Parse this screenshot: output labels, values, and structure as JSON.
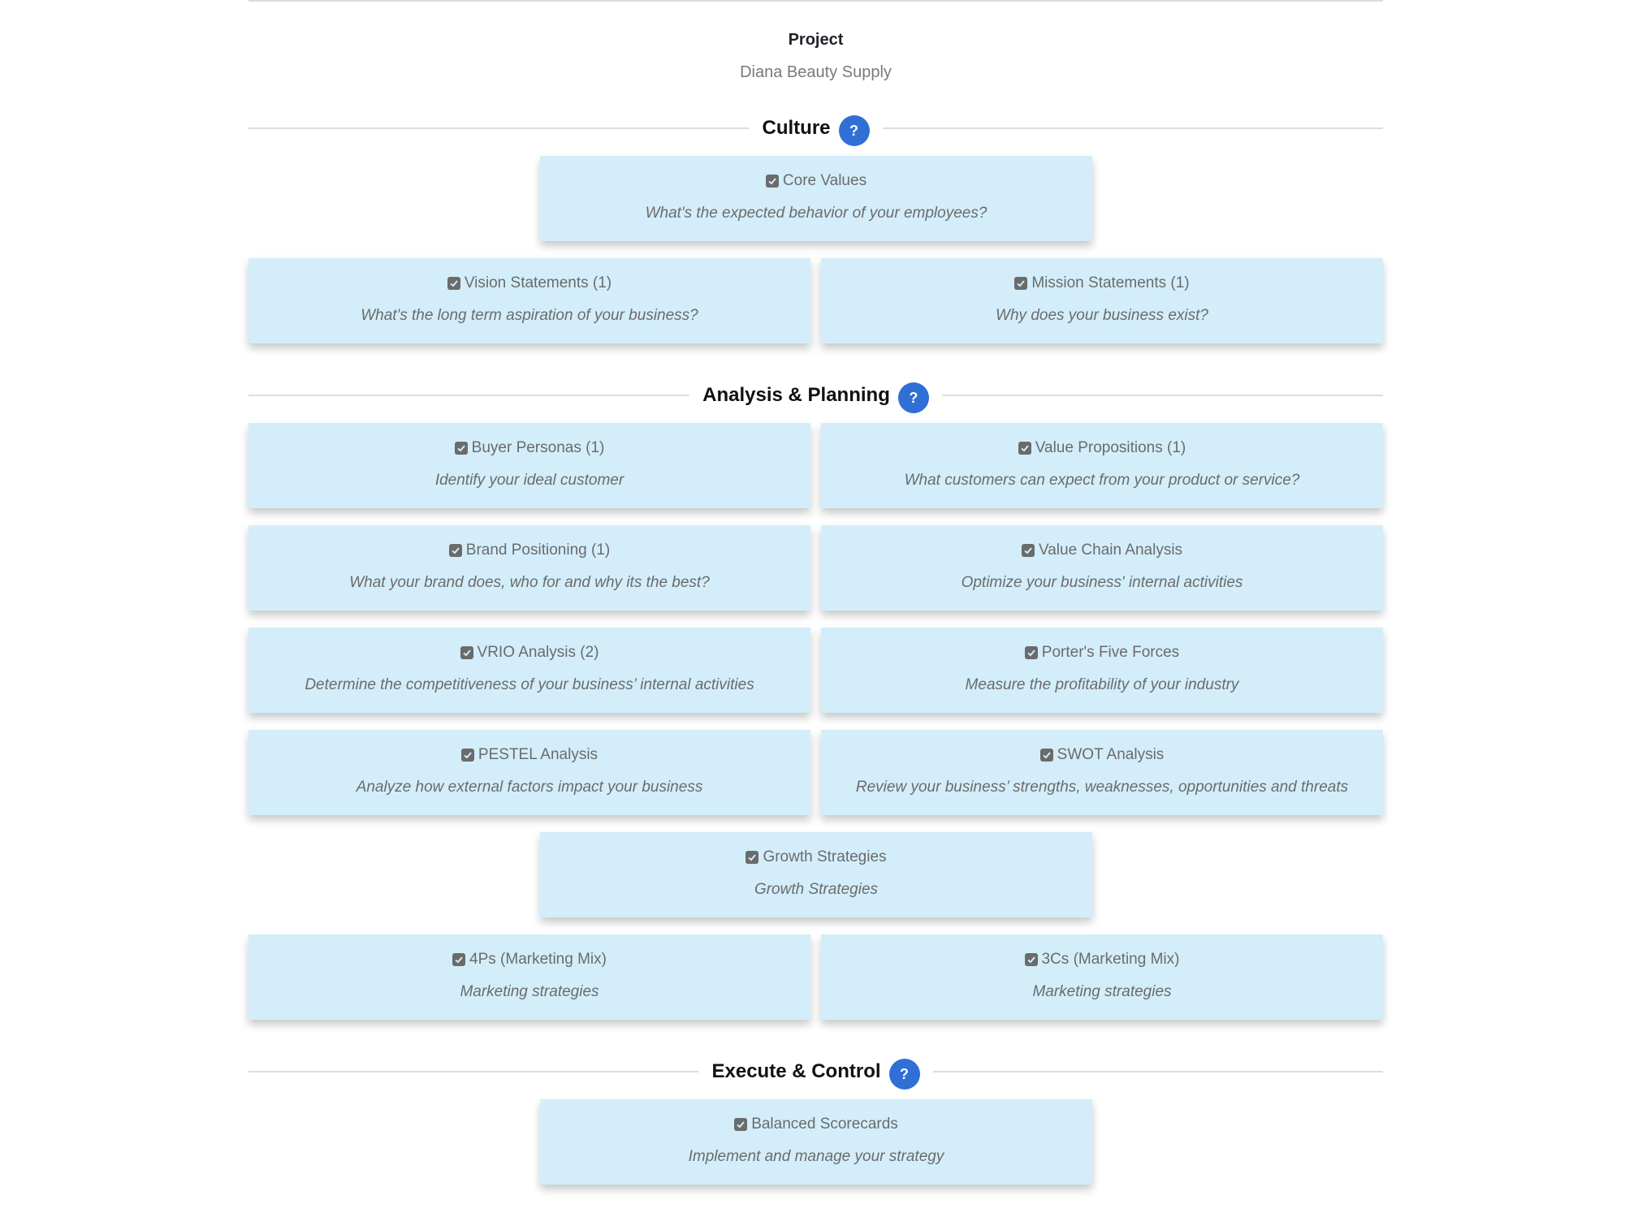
{
  "project": {
    "label": "Project",
    "name": "Diana Beauty Supply"
  },
  "help_icon_glyph": "?",
  "colors": {
    "card_bg": "#d3eefa",
    "help_icon_bg": "#2f6fd6",
    "muted_text": "#6b6b6b"
  },
  "sections": {
    "culture": {
      "title": "Culture",
      "cards": [
        {
          "title": "Core Values",
          "desc": "What's the expected behavior of your employees?"
        },
        {
          "title": "Vision Statements (1)",
          "desc": "What's the long term aspiration of your business?"
        },
        {
          "title": "Mission Statements (1)",
          "desc": "Why does your business exist?"
        }
      ]
    },
    "analysis": {
      "title": "Analysis & Planning",
      "cards": [
        {
          "title": "Buyer Personas (1)",
          "desc": "Identify your ideal customer"
        },
        {
          "title": "Value Propositions (1)",
          "desc": "What customers can expect from your product or service?"
        },
        {
          "title": "Brand Positioning (1)",
          "desc": "What your brand does, who for and why its the best?"
        },
        {
          "title": "Value Chain Analysis",
          "desc": "Optimize your business' internal activities"
        },
        {
          "title": "VRIO Analysis (2)",
          "desc": "Determine the competitiveness of your business’ internal activities"
        },
        {
          "title": "Porter's Five Forces",
          "desc": "Measure the profitability of your industry"
        },
        {
          "title": "PESTEL Analysis",
          "desc": "Analyze how external factors impact your business"
        },
        {
          "title": "SWOT Analysis",
          "desc": "Review your business’ strengths, weaknesses, opportunities and threats"
        },
        {
          "title": "Growth Strategies",
          "desc": "Growth Strategies"
        },
        {
          "title": "4Ps (Marketing Mix)",
          "desc": "Marketing strategies"
        },
        {
          "title": "3Cs (Marketing Mix)",
          "desc": "Marketing strategies"
        }
      ]
    },
    "execute": {
      "title": "Execute & Control",
      "cards": [
        {
          "title": "Balanced Scorecards",
          "desc": "Implement and manage your strategy"
        }
      ]
    }
  }
}
